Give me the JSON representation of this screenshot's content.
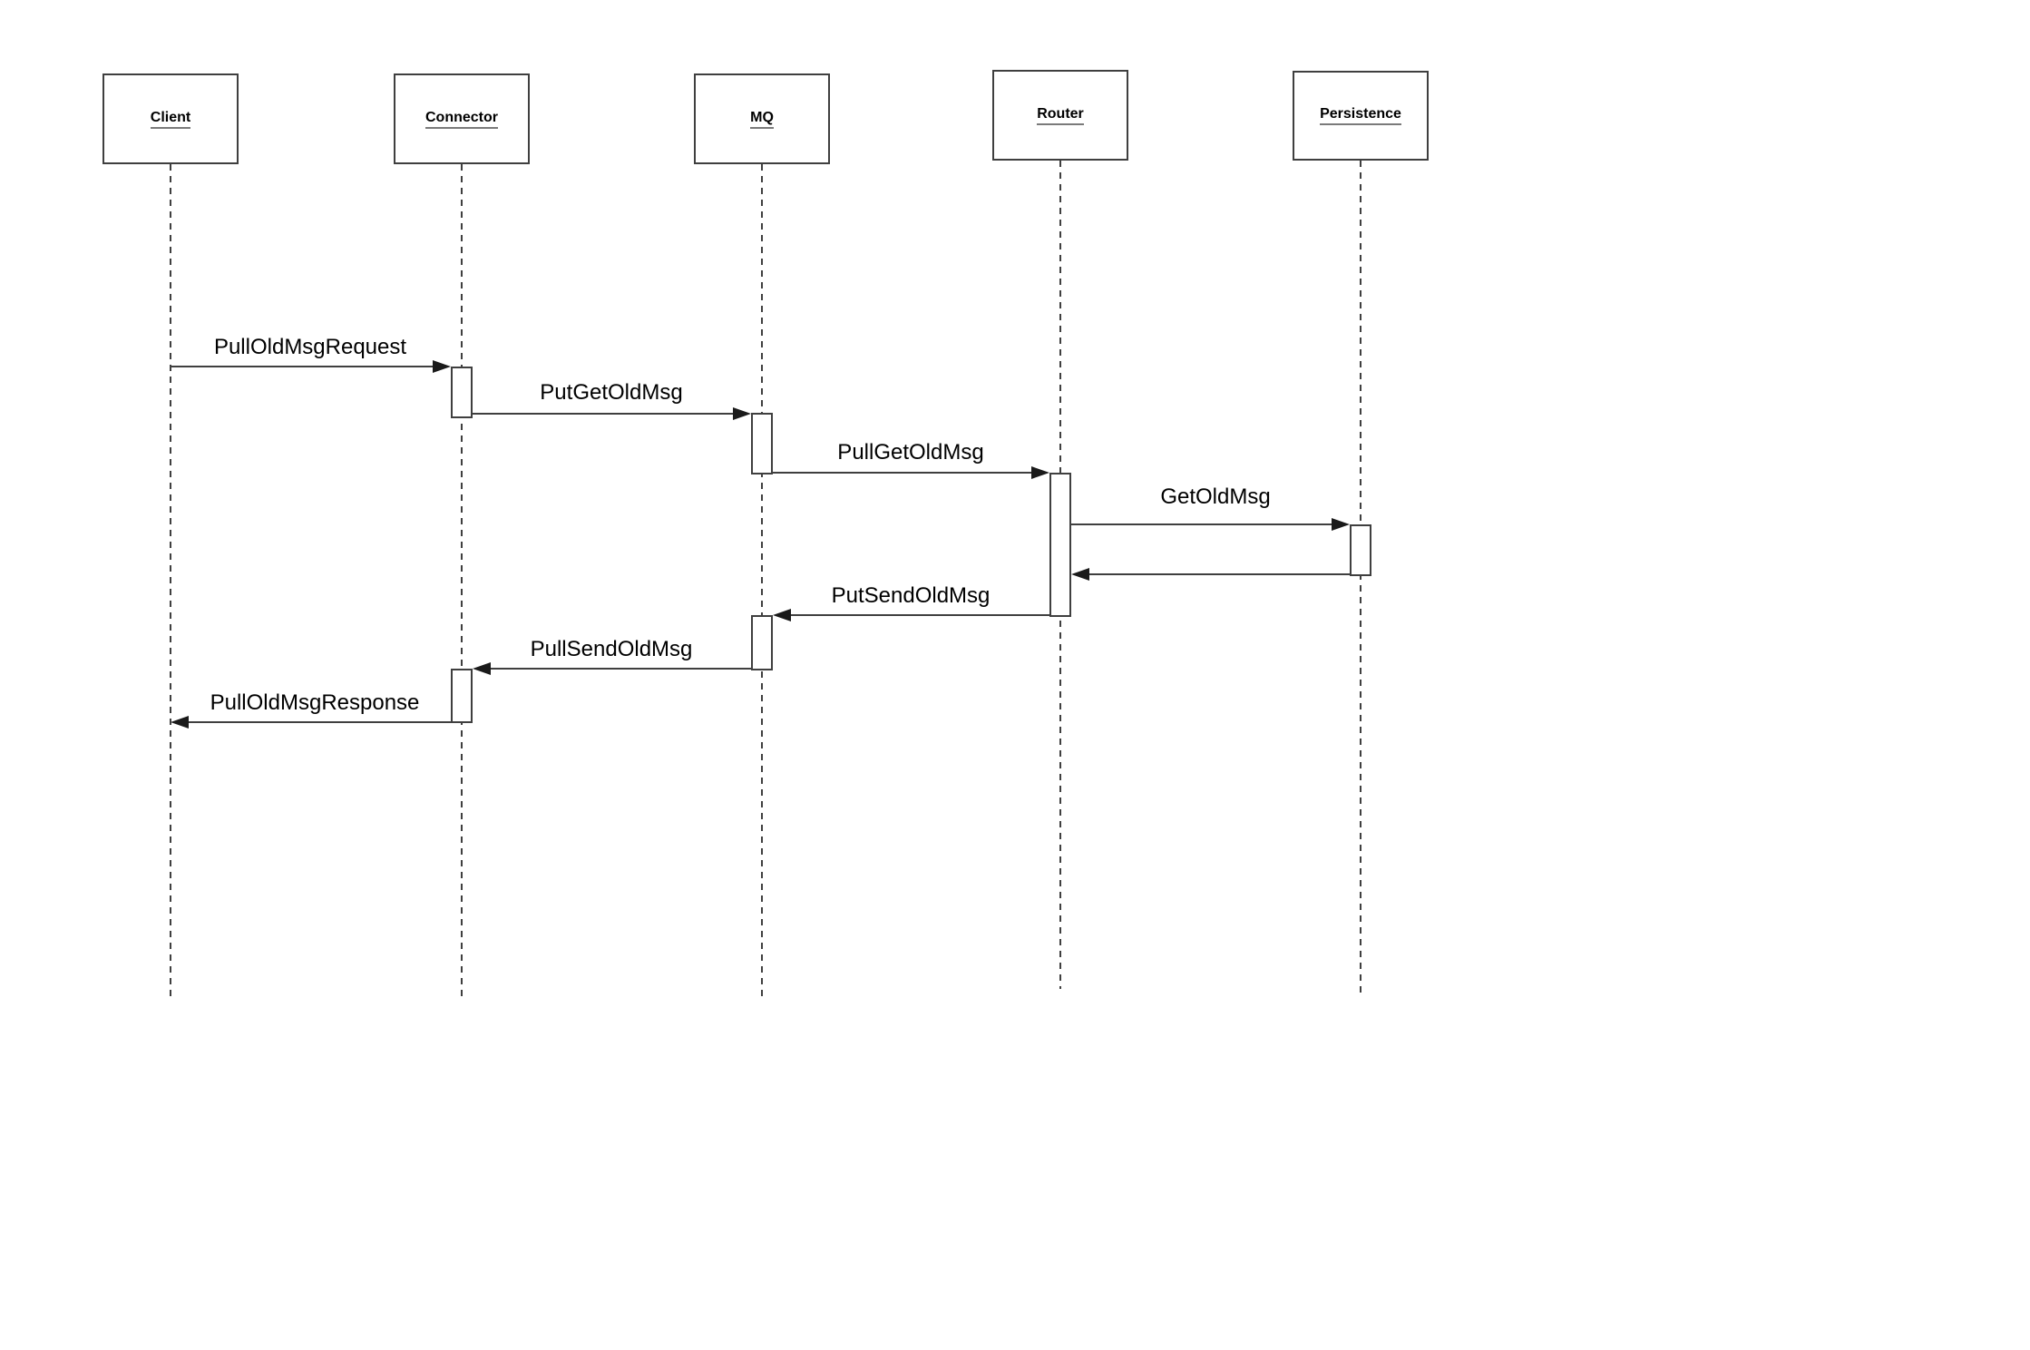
{
  "diagram": {
    "kind": "uml-sequence-diagram",
    "participants": [
      {
        "id": "client",
        "label": "Client"
      },
      {
        "id": "connector",
        "label": "Connector"
      },
      {
        "id": "mq",
        "label": "MQ"
      },
      {
        "id": "router",
        "label": "Router"
      },
      {
        "id": "persistence",
        "label": "Persistence"
      }
    ],
    "messages": [
      {
        "from": "Client",
        "to": "Connector",
        "label": "PullOldMsgRequest",
        "direction": "right"
      },
      {
        "from": "Connector",
        "to": "MQ",
        "label": "PutGetOldMsg",
        "direction": "right"
      },
      {
        "from": "MQ",
        "to": "Router",
        "label": "PullGetOldMsg",
        "direction": "right"
      },
      {
        "from": "Router",
        "to": "Persistence",
        "label": "GetOldMsg",
        "direction": "right"
      },
      {
        "from": "Persistence",
        "to": "Router",
        "label": "",
        "direction": "left"
      },
      {
        "from": "Router",
        "to": "MQ",
        "label": "PutSendOldMsg",
        "direction": "left"
      },
      {
        "from": "MQ",
        "to": "Connector",
        "label": "PullSendOldMsg",
        "direction": "left"
      },
      {
        "from": "Connector",
        "to": "Client",
        "label": "PullOldMsgResponse",
        "direction": "left"
      }
    ],
    "colors": {
      "background": "#ffffff",
      "line": "#3f3f3f",
      "arrow": "#1a1a1a",
      "text": "#000000"
    }
  }
}
